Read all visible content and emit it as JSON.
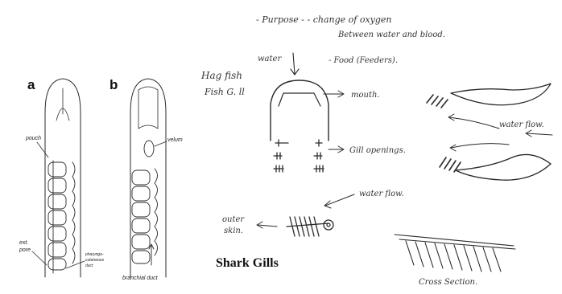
{
  "notes": {
    "purpose": "- Purpose - - change of oxygen",
    "purpose_line2": "Between water and blood.",
    "food": "- Food (Feeders).",
    "hagfish": "Hag fish",
    "fish_gill": "Fish G. ll",
    "water_top": "water",
    "mouth": "mouth.",
    "gill_openings": "Gill openings.",
    "water_flow_mid": "water flow.",
    "outer_skin_1": "outer",
    "outer_skin_2": "skin.",
    "water_flow_right": "water flow.",
    "cross_section": "Cross Section."
  },
  "panels": {
    "a": "a",
    "b": "b"
  },
  "labels": {
    "pouch": "pouch",
    "ext_pore_1": "ext.",
    "ext_pore_2": "pore",
    "pharyngo_1": "pharyngo-",
    "pharyngo_2": "cutaneous",
    "pharyngo_3": "duct",
    "velum": "velum",
    "branchial_duct": "branchial duct"
  },
  "title": "Shark Gills"
}
